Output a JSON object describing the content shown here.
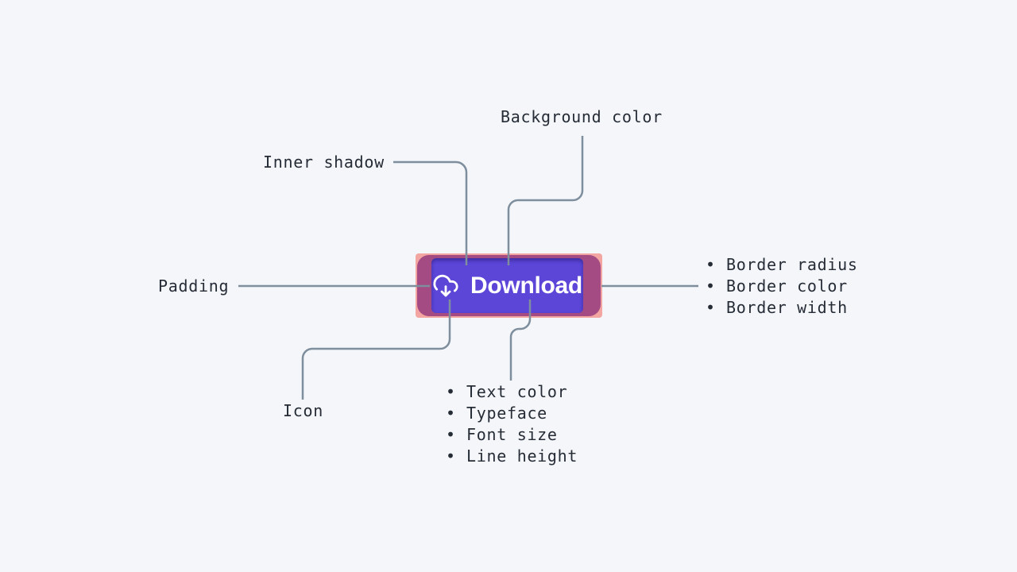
{
  "page": {
    "background_color": "#f4f6fa"
  },
  "colors": {
    "connector": "#7e8e9d",
    "label_text": "#262c36",
    "button_background": "#5b46d8",
    "padding_overlay": "#a54b84",
    "border_overlay": "#f2a5a1",
    "button_text": "#ffffff"
  },
  "bullet": "•",
  "button": {
    "label": "Download",
    "icon": "cloud-download-icon"
  },
  "labels": {
    "background_color": "Background color",
    "inner_shadow": "Inner shadow",
    "padding": "Padding",
    "icon": "Icon"
  },
  "border_properties": [
    "Border radius",
    "Border color",
    "Border width"
  ],
  "text_properties": [
    "Text color",
    "Typeface",
    "Font size",
    "Line height"
  ]
}
